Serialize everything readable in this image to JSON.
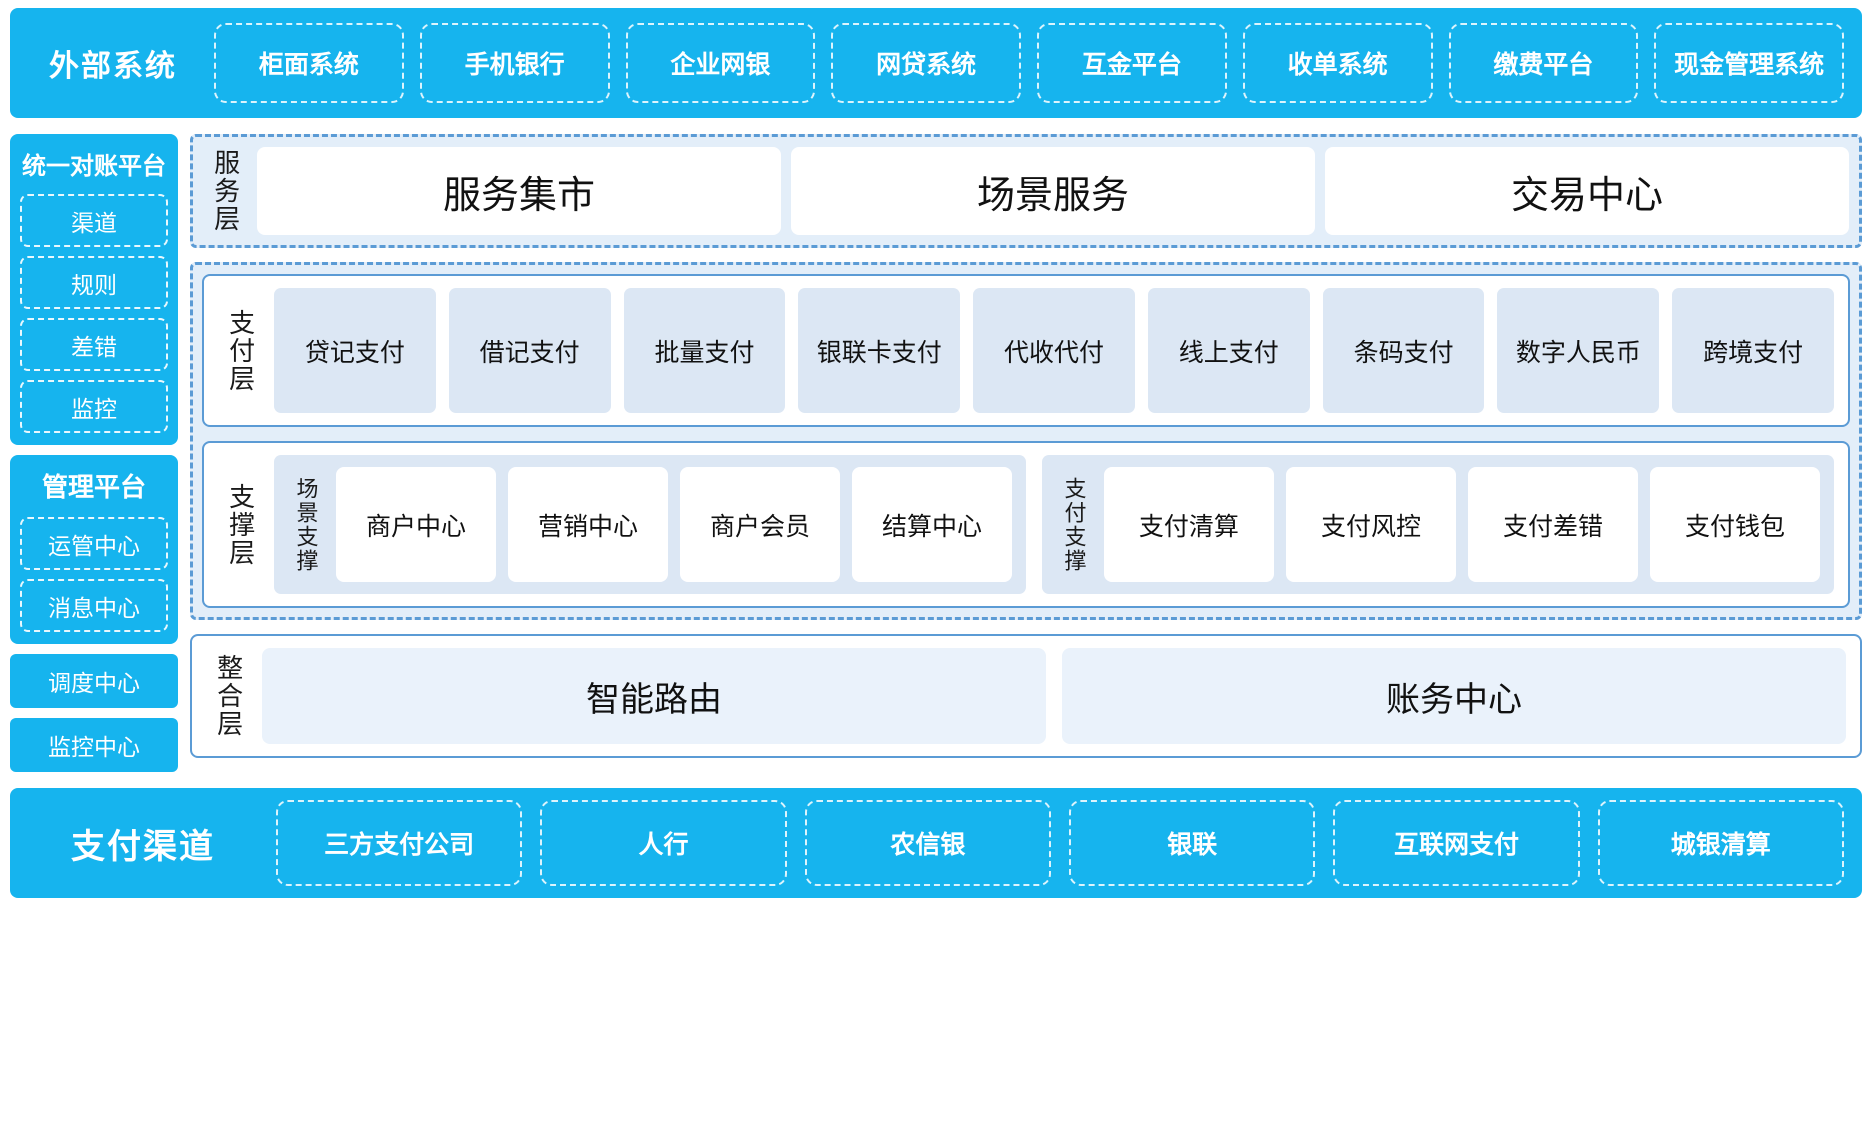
{
  "external": {
    "title": "外部系统",
    "items": [
      "柜面系统",
      "手机银行",
      "企业网银",
      "网贷系统",
      "互金平台",
      "收单系统",
      "缴费平台",
      "现金管理系统"
    ]
  },
  "rail": {
    "recon": {
      "title": "统一对账平台",
      "items": [
        "渠道",
        "规则",
        "差错",
        "监控"
      ]
    },
    "manage": {
      "title": "管理平台",
      "items": [
        "运管中心",
        "消息中心"
      ]
    },
    "standalone": [
      "调度中心",
      "监控中心"
    ]
  },
  "service_layer": {
    "label": "服务层",
    "items": [
      "服务集市",
      "场景服务",
      "交易中心"
    ]
  },
  "payment_layer": {
    "label": "支付层",
    "items": [
      "贷记支付",
      "借记支付",
      "批量支付",
      "银联卡支付",
      "代收代付",
      "线上支付",
      "条码支付",
      "数字人民币",
      "跨境支付"
    ]
  },
  "support_layer": {
    "label": "支撑层",
    "groups": [
      {
        "label": "场景支撑",
        "items": [
          "商户中心",
          "营销中心",
          "商户会员",
          "结算中心"
        ]
      },
      {
        "label": "支付支撑",
        "items": [
          "支付清算",
          "支付风控",
          "支付差错",
          "支付钱包"
        ]
      }
    ]
  },
  "integration_layer": {
    "label": "整合层",
    "items": [
      "智能路由",
      "账务中心"
    ]
  },
  "channels": {
    "title": "支付渠道",
    "items": [
      "三方支付公司",
      "人行",
      "农信银",
      "银联",
      "互联网支付",
      "城银清算"
    ]
  },
  "colors": {
    "brand_blue": "#16B4EE",
    "dash_blue": "#5B9BD5",
    "panel_fill": "#E3EEF9",
    "chip_fill": "#DCE7F4"
  }
}
